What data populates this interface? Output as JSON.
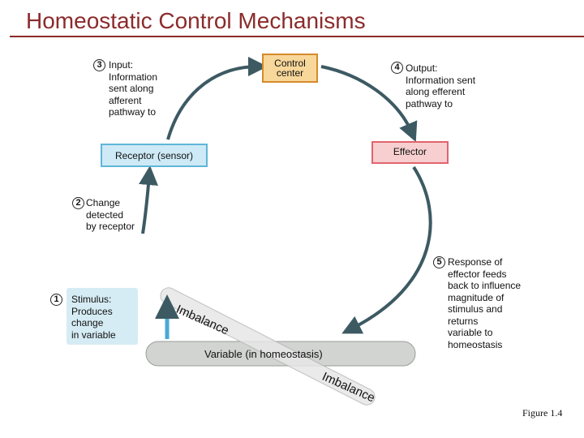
{
  "title": "Homeostatic Control Mechanisms",
  "boxes": {
    "control_center": "Control\ncenter",
    "effector": "Effector",
    "receptor": "Receptor (sensor)"
  },
  "steps": [
    {
      "number": "1",
      "text": "Stimulus:\nProduces\nchange\nin variable"
    },
    {
      "number": "2",
      "text": "Change\ndetected\nby receptor"
    },
    {
      "number": "3",
      "text": "Input:\nInformation\nsent along\nafferent\npathway to"
    },
    {
      "number": "4",
      "text": "Output:\nInformation sent\nalong efferent\npathway to"
    },
    {
      "number": "5",
      "text": "Response of\neffector feeds\nback to influence\nmagnitude of\nstimulus and\nreturns\nvariable to\nhomeostasis"
    }
  ],
  "imbalance_upper": "Imbalance",
  "imbalance_lower": "Imbalance",
  "variable": "Variable (in homeostasis)",
  "figure_label": "Figure 1.4",
  "colors": {
    "title": "#8b2b2b",
    "cycle": "#3d5a63",
    "control_fill": "#f7d79a",
    "effector_fill": "#f7cfd0",
    "receptor_fill": "#cdeaf6",
    "stimulus_fill": "#d6ecf4",
    "see_saw_fill": "#d2d4d2"
  }
}
